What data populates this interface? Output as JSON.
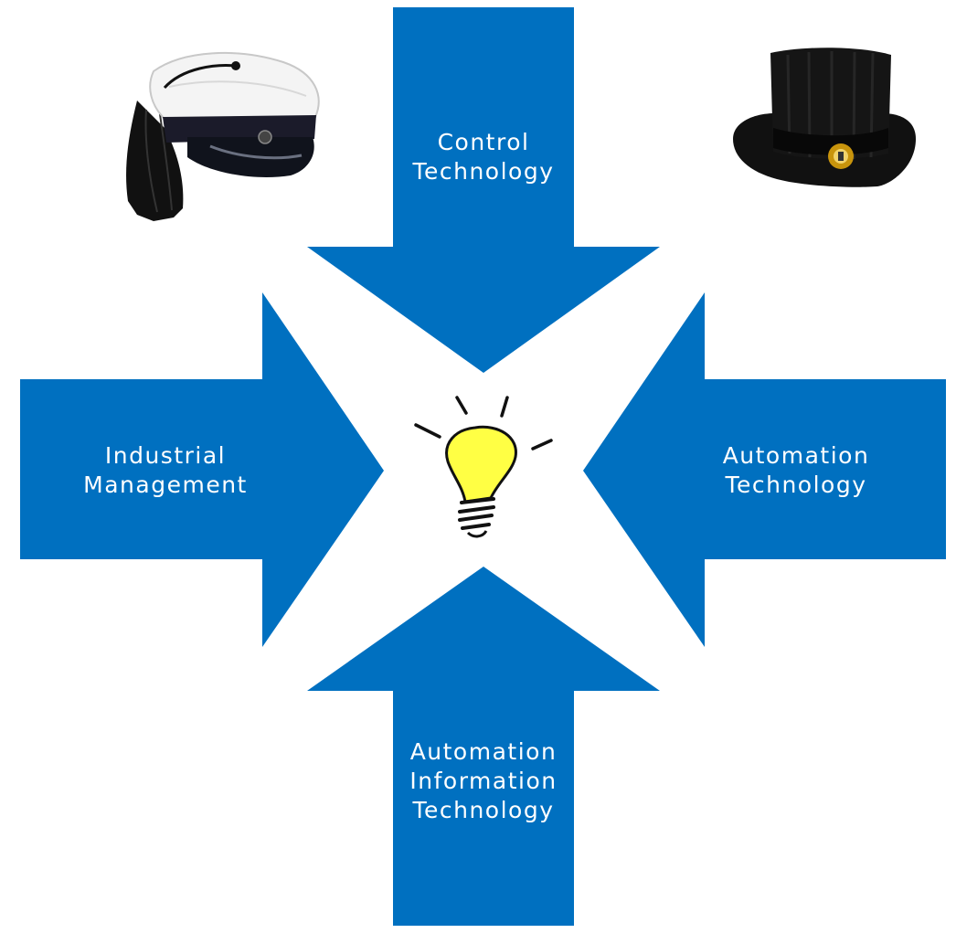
{
  "colors": {
    "arrow": "#0070c0",
    "label_text": "#ffffff",
    "bulb": "#ffff44"
  },
  "arrows": {
    "top": {
      "line1": "Control",
      "line2": "Technology"
    },
    "left": {
      "line1": "Industrial",
      "line2": "Management"
    },
    "right": {
      "line1": "Automation",
      "line2": "Technology"
    },
    "bottom": {
      "line1": "Automation",
      "line2": "Information",
      "line3": "Technology"
    }
  },
  "icons": {
    "top_left": "student-cap-icon",
    "top_right": "doctoral-top-hat-icon",
    "center": "lightbulb-icon"
  }
}
